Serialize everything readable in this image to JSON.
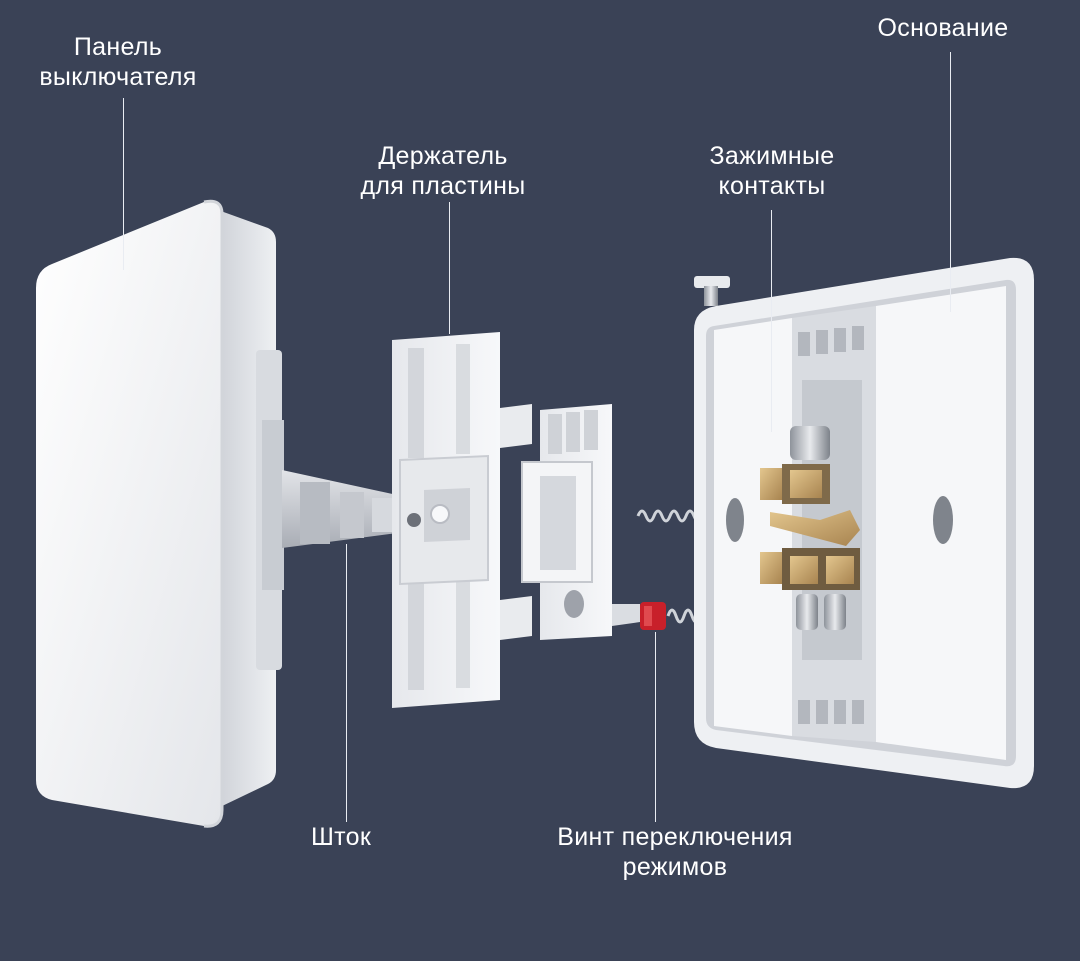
{
  "labels": {
    "switch_panel": [
      "Панель",
      "выключателя"
    ],
    "plate_holder": [
      "Держатель",
      "для пластины"
    ],
    "clamp_contacts": [
      "Зажимные",
      "контакты"
    ],
    "base": [
      "Основание"
    ],
    "stem": [
      "Шток"
    ],
    "mode_screw": [
      "Винт переключения",
      "режимов"
    ]
  },
  "colors": {
    "background": "#3a4256",
    "plastic": "#f1f2f4",
    "plastic_shade": "#c9ccd2",
    "brass": "#c9a870",
    "screw_red": "#c8202a",
    "leader": "#e9ecf2"
  }
}
